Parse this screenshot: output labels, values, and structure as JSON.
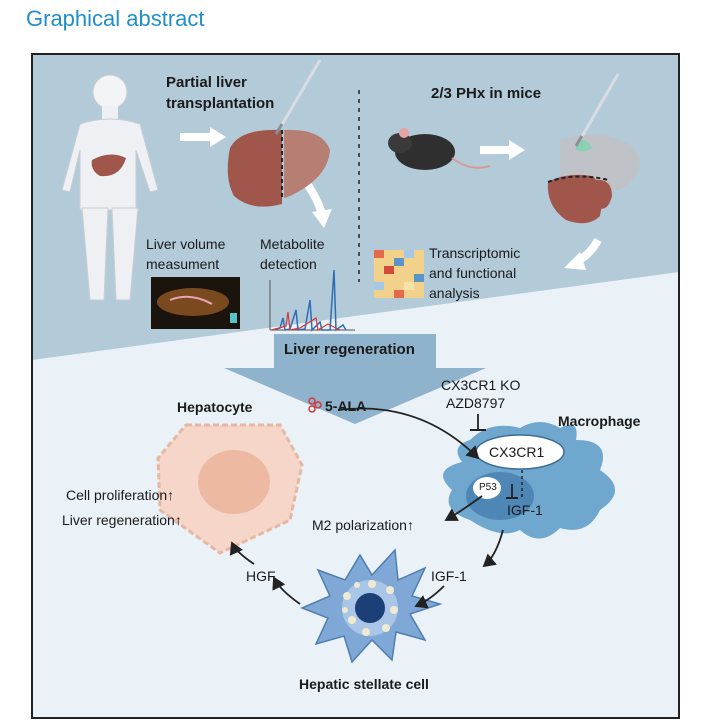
{
  "header": {
    "title": "Graphical abstract"
  },
  "top_left": {
    "title_line1": "Partial liver",
    "title_line2": "transplantation",
    "volume_line1": "Liver volume",
    "volume_line2": "measument",
    "metabolite_line1": "Metabolite",
    "metabolite_line2": "detection"
  },
  "top_right": {
    "title": "2/3 PHx in mice",
    "analysis_line1": "Transcriptomic",
    "analysis_line2": "and functional",
    "analysis_line3": "analysis"
  },
  "middle": {
    "banner": "Liver regeneration"
  },
  "bottom": {
    "hepatocyte": "Hepatocyte",
    "cell_proliferation": "Cell proliferation",
    "liver_regeneration": "Liver regeneration",
    "up_arrow": "↑",
    "ala": "5-ALA",
    "ko_line1": "CX3CR1 KO",
    "ko_line2": "AZD8797",
    "macrophage": "Macrophage",
    "receptor": "CX3CR1",
    "p53": "P53",
    "m2": "M2 polarization",
    "igf1_a": "IGF-1",
    "igf1_b": "IGF-1",
    "hgf": "HGF",
    "stellate": "Hepatic stellate cell"
  },
  "colors": {
    "title_blue": "#1f8fc9",
    "top_panel": "#b3cbd9",
    "bottom_panel": "#eaf1f7",
    "liver_brown": "#a0564b",
    "macrophage_blue": "#6fa7cf",
    "stellate_blue": "#7fa8d6",
    "hepatocyte_peach": "#f6d6c8"
  }
}
